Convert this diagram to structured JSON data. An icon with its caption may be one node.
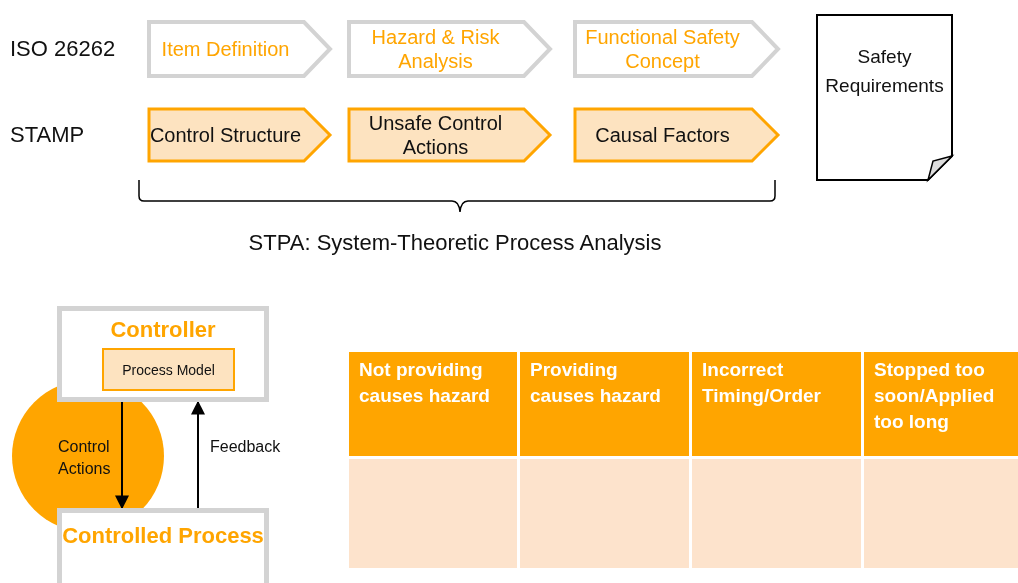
{
  "diagram": {
    "nodes": [
      {
        "text": [
          "Item Definition"
        ]
      },
      {
        "text": [
          "Hazard & Risk Analysis"
        ]
      },
      {
        "text": [
          "Functional Safety Concept"
        ]
      },
      {
        "text": [
          "Control Structure"
        ]
      },
      {
        "text": [
          "Unsafe Control Actions"
        ]
      },
      {
        "text": [
          "Causal Factors"
        ]
      },
      {
        "text": [
          "Safety Requirements"
        ]
      },
      {
        "text": [
          "Controller"
        ]
      },
      {
        "text": [
          "Process Model"
        ],
        "in": 7
      },
      {
        "text": [
          "Controlled Process"
        ]
      }
    ],
    "edges": [
      {
        "from": 7,
        "to": 9,
        "arrow": "to",
        "label": "Control Actions"
      },
      {
        "from": 9,
        "to": 7,
        "arrow": "to",
        "label": "Feedback"
      }
    ],
    "labels": [
      "ISO 26262",
      "STAMP",
      "STPA: System-Theoretic Process Analysis",
      "Not providing causes hazard",
      "Providing causes hazard",
      "Incorrect Timing/Order",
      "Stopped too soon/Applied too long"
    ]
  }
}
